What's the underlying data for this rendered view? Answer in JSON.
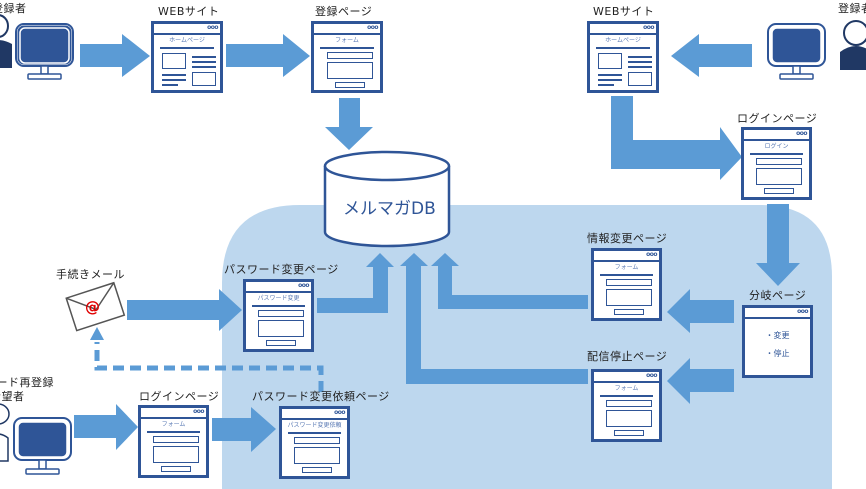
{
  "colors": {
    "region": "#bdd7ee",
    "arrow": "#5b9bd5",
    "page_border": "#2f5597",
    "person": "#203864",
    "mail_at": "#e00000"
  },
  "actors": {
    "top_left_person": "登録者",
    "top_right_person": "登録者",
    "bottom_left_person_line1": "パスワード再登録",
    "bottom_left_person_line2": "希望者"
  },
  "pages": {
    "web_site_left": {
      "label": "WEBサイト",
      "content_title": "ホームページ",
      "window_dots": "ooo"
    },
    "register_page": {
      "label": "登録ページ",
      "content_title": "フォーム",
      "window_dots": "ooo"
    },
    "web_site_right": {
      "label": "WEBサイト",
      "content_title": "ホームページ",
      "window_dots": "ooo"
    },
    "login_page_right": {
      "label": "ログインページ",
      "content_title": "ログイン",
      "window_dots": "ooo"
    },
    "info_change_page": {
      "label": "情報変更ページ",
      "content_title": "フォーム",
      "window_dots": "ooo"
    },
    "branch_page": {
      "label": "分岐ページ",
      "window_dots": "ooo",
      "items": [
        "・変更",
        "・停止"
      ]
    },
    "unsubscribe_page": {
      "label": "配信停止ページ",
      "content_title": "フォーム",
      "window_dots": "ooo"
    },
    "password_change_page": {
      "label": "パスワード変更ページ",
      "content_title": "パスワード変更",
      "window_dots": "ooo"
    },
    "login_page_bottom": {
      "label": "ログインページ",
      "content_title": "フォーム",
      "window_dots": "ooo"
    },
    "password_request_page": {
      "label": "パスワード変更依頼ページ",
      "content_title": "パスワード変更依頼",
      "window_dots": "ooo"
    }
  },
  "database": {
    "label": "メルマガDB"
  },
  "mail": {
    "label": "手続きメール",
    "symbol": "@"
  }
}
